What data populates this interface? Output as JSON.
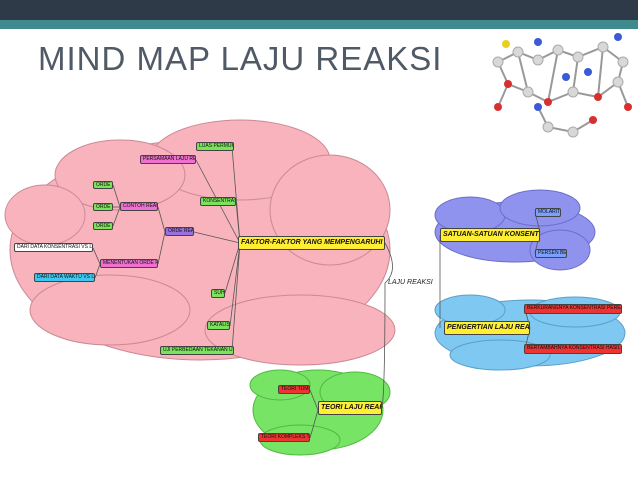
{
  "slide": {
    "title": "MIND MAP LAJU REAKSI"
  },
  "colors": {
    "pink_cloud": "#f8b3bd",
    "blue_cloud": "#8f93ee",
    "lightblue_cloud": "#7ec8f2",
    "green_cloud": "#77e466",
    "node_yellow": "#ffee33",
    "node_pink": "#f070d0",
    "node_green": "#7be25c",
    "node_purple": "#9a70e0",
    "node_red": "#ee3333",
    "node_cyan": "#3ec8f0",
    "node_blue": "#7aa0ff"
  },
  "mindmap": {
    "center": "LAJU REAKSI",
    "main_branches": {
      "faktor": "FAKTOR-FAKTOR YANG MEMPENGARUHI LAJU REAKSI",
      "satuan": "SATUAN-SATUAN KONSENTRASI",
      "pengertian": "PENGERTIAN LAJU REAKSI",
      "teori": "TEORI LAJU REAKSI"
    },
    "nodes": {
      "luas_permukaan": "LUAS PERMUKAAN",
      "persamaan": "PERSAMAAN LAJU REAKSI",
      "konsentrasi": "KONSENTRASI",
      "suhu": "SUHU",
      "katalis": "KATALIS",
      "uji": "UJI PERBEDAAN TEKANAN UNTUK GAS",
      "orde_nol": "ORDE NOL",
      "orde_satu": "ORDE SATU",
      "orde_dua": "ORDE DUA",
      "contoh": "CONTOH REAKSI",
      "orde_reaksi": "ORDE REAKSI",
      "menentukan": "MENENTUKAN ORDE REAKSI",
      "data1": "DARI DATA KONSENTRASI VS LAJU REAKSI",
      "data2": "DARI DATA WAKTU VS LAJU REAKSI",
      "molaritas": "MOLARITAS (M)",
      "persen": "PERSEN BERAT (%)",
      "pengertian1": "BERKURANGNYA KONSENTRASI PEREAKSI PERSATUAN WAKTU",
      "pengertian2": "BERTAMBAHNYA KONSENTRASI HASIL REAKSI PERSATUAN WAKTU",
      "tumbukan": "TEORI TUMBUKAN",
      "kompleks": "TEORI KOMPLEKS TERAKTIFKAN"
    }
  }
}
